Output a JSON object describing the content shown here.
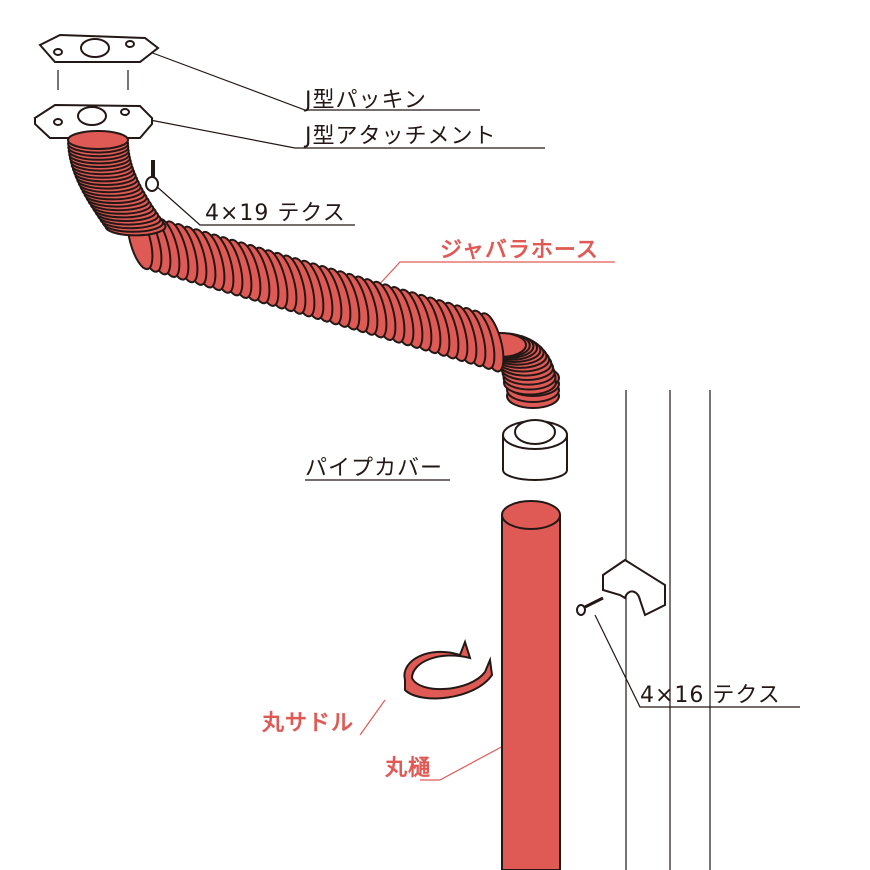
{
  "labels": {
    "j_packing": "J型パッキン",
    "j_attachment": "J型アタッチメント",
    "screw_top": "4×19 テクス",
    "bellows_hose": "ジャバラホース",
    "pipe_cover": "パイプカバー",
    "screw_bottom": "4×16 テクス",
    "round_saddle": "丸サドル",
    "round_gutter": "丸樋"
  },
  "colors": {
    "accent": "#e05a55",
    "line": "#231815"
  }
}
